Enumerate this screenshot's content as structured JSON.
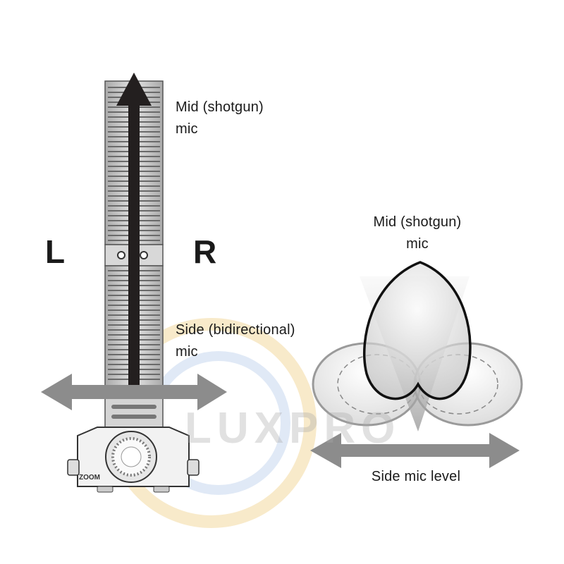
{
  "labels": {
    "mid_mic_top_line1": "Mid (shotgun)",
    "mid_mic_top_line2": "mic",
    "side_mic_line1": "Side (bidirectional)",
    "side_mic_line2": "mic",
    "left": "L",
    "right": "R",
    "mid_mic_pattern_line1": "Mid (shotgun)",
    "mid_mic_pattern_line2": "mic",
    "side_mic_level": "Side mic level",
    "recorder_brand": "ZOOM",
    "watermark": "LUXPRO"
  },
  "colors": {
    "arrow_dark": "#231f1f",
    "arrow_gray": "#8c8c8c",
    "mic_body": "#c9c9c9",
    "outline": "#333333",
    "watermark_ring_gold": "#f3d9a0",
    "watermark_ring_blue": "#c8d8ef"
  }
}
